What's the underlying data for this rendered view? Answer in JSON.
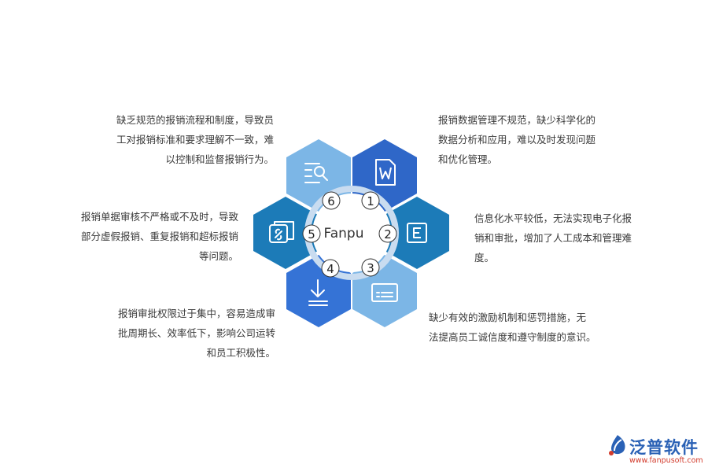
{
  "center": {
    "label": "Fanpu"
  },
  "numbers": [
    "1",
    "2",
    "3",
    "4",
    "5",
    "6"
  ],
  "descriptions": {
    "d1": [
      "报销数据管理不规范，缺少科学化的",
      "数据分析和应用，难以及时发现问题",
      "和优化管理。"
    ],
    "d2": [
      "信息化水平较低，无法实现电子化报",
      "销和审批，增加了人工成本和管理难",
      "度。"
    ],
    "d3": [
      "缺少有效的激励机制和惩罚措施，无",
      "法提高员工诚信度和遵守制度的意识。"
    ],
    "d4": [
      "报销审批权限过于集中，容易造成审",
      "批周期长、效率低下，影响公司运转",
      "和员工积极性。"
    ],
    "d5": [
      "报销单据审核不严格或不及时，导致",
      "部分虚假报销、重复报销和超标报销",
      "等问题。"
    ],
    "d6": [
      "缺乏规范的报销流程和制度，导致员",
      "工对报销标准和要求理解不一致，难",
      "以控制和监督报销行为。"
    ]
  },
  "hex_icons": [
    "word-doc-icon",
    "letter-e-icon",
    "form-icon",
    "download-icon",
    "link-icon",
    "search-list-icon"
  ],
  "hex_colors": {
    "light_blue": "#7cb6e6",
    "medium_blue": "#3a86d2",
    "royal_blue": "#2f67c8",
    "teal_blue": "#1c7bb8",
    "ring": "#c9dcf0"
  },
  "logo": {
    "brand": "泛普软件",
    "url": "www.fanpusoft.com"
  }
}
